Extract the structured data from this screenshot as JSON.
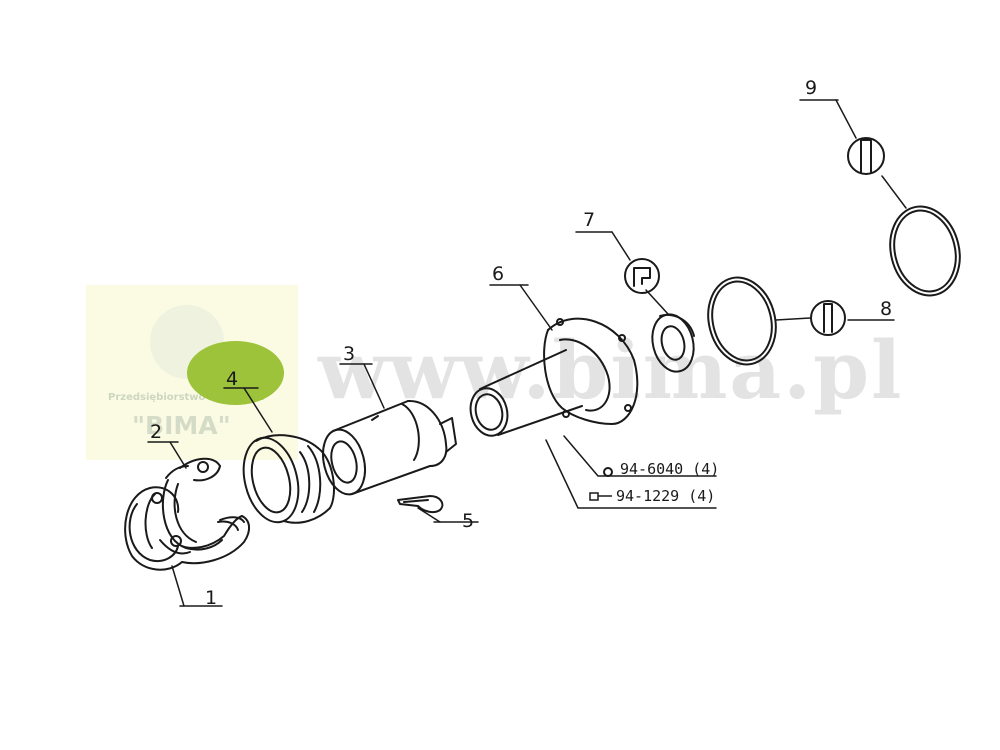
{
  "watermark": {
    "site": "www.bima.pl",
    "company_line1": "Przedsiębiorstwo Handlowe",
    "company_line2": "\"BIMA\""
  },
  "colors": {
    "highlight": "#9cc33a",
    "line": "#1a1a1a",
    "watermark": "#e3e3e3"
  },
  "labels": {
    "p1": "1",
    "p2": "2",
    "p3": "3",
    "p4": "4",
    "p5": "5",
    "p6": "6",
    "p7": "7",
    "p8": "8",
    "p9": "9"
  },
  "part_refs": {
    "nut": "94-6040 (4)",
    "bolt": "94-1229 (4)"
  },
  "highlighted_part": "4"
}
